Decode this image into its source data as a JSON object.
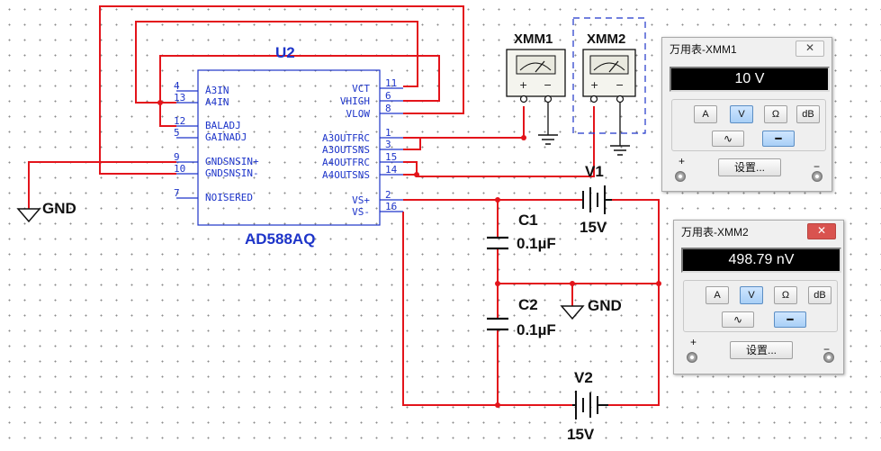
{
  "component": {
    "ref": "U2",
    "part": "AD588AQ",
    "left_pins": [
      {
        "num": "4",
        "name": "A3IN"
      },
      {
        "num": "13",
        "name": "A4IN"
      },
      {
        "num": "12",
        "name": "BALADJ"
      },
      {
        "num": "5",
        "name": "GAINADJ"
      },
      {
        "num": "9",
        "name": "GNDSNSIN+"
      },
      {
        "num": "10",
        "name": "GNDSNSIN-"
      },
      {
        "num": "7",
        "name": "NOISERED"
      }
    ],
    "right_pins": [
      {
        "num": "11",
        "name": "VCT"
      },
      {
        "num": "6",
        "name": "VHIGH"
      },
      {
        "num": "8",
        "name": "VLOW"
      },
      {
        "num": "1",
        "name": "A3OUTFRC"
      },
      {
        "num": "3",
        "name": "A3OUTSNS"
      },
      {
        "num": "15",
        "name": "A4OUTFRC"
      },
      {
        "num": "14",
        "name": "A4OUTSNS"
      },
      {
        "num": "2",
        "name": "VS+"
      },
      {
        "num": "16",
        "name": "VS-"
      }
    ]
  },
  "labels": {
    "gnd_left": "GND",
    "gnd_right": "GND",
    "v1": "V1",
    "v1_value": "15V",
    "v2": "V2",
    "v2_value": "15V",
    "c1": "C1",
    "c1_value": "0.1µF",
    "c2": "C2",
    "c2_value": "0.1µF",
    "xmm1": "XMM1",
    "xmm2": "XMM2",
    "plus": "+",
    "minus": "−"
  },
  "multimeters": [
    {
      "title": "万用表-XMM1",
      "close": "✕",
      "reading": "10 V",
      "buttons": [
        "A",
        "V",
        "Ω",
        "dB"
      ],
      "selected": "V",
      "wave_selected": "dc",
      "settings": "设置...",
      "plus": "+",
      "minus": "−"
    },
    {
      "title": "万用表-XMM2",
      "close": "✕",
      "reading": "498.79 nV",
      "buttons": [
        "A",
        "V",
        "Ω",
        "dB"
      ],
      "selected": "V",
      "wave_selected": "dc",
      "settings": "设置...",
      "plus": "+",
      "minus": "−"
    }
  ],
  "colors": {
    "wire": "#e3141b",
    "component": "#1d34c9",
    "ground": "#111111"
  }
}
